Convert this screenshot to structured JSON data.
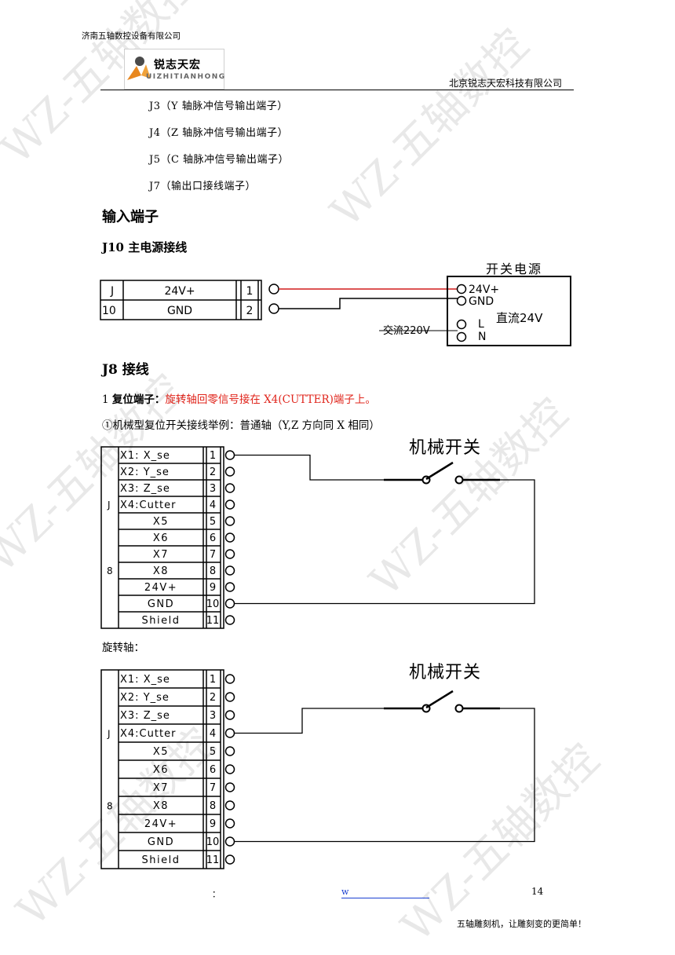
{
  "header": {
    "company_top": "济南五轴数控设备有限公司",
    "company_right": "北京锐志天宏科技有限公司",
    "logo_cn": "锐志天宏",
    "logo_en": "UIZHITIANHONG"
  },
  "terminal_list": [
    "J3（Y 轴脉冲信号输出端子）",
    "J4（Z 轴脉冲信号输出端子）",
    "J5（C 轴脉冲信号输出端子）",
    "J7（输出口接线端子）"
  ],
  "input_heading": "输入端子",
  "j10_heading": "J10 主电源接线",
  "j10_diagram": {
    "psu_title": "开关电源",
    "label_j": "J",
    "label_10": "10",
    "rows": [
      {
        "name": "24V+",
        "pin": "1"
      },
      {
        "name": "GND",
        "pin": "2"
      }
    ],
    "psu_terms": [
      "24V+",
      "GND",
      "L",
      "N"
    ],
    "psu_output": "直流24V",
    "ac_label": "交流220V"
  },
  "j8_heading": "J8 接线",
  "reset": {
    "num": "1",
    "label": "复位端子：",
    "text": "旋转轴回零信号接在 X4(CUTTER)端子上。"
  },
  "example_text": "①机械型复位开关接线举例：普通轴（Y,Z 方向同 X 相同）",
  "rotary_label": "旋转轴：",
  "j8_diagram": {
    "switch_label": "机械开关",
    "label_j": "J",
    "label_8": "8",
    "rows": [
      {
        "name": "X1: X_se",
        "pin": "1"
      },
      {
        "name": "X2: Y_se",
        "pin": "2"
      },
      {
        "name": "X3: Z_se",
        "pin": "3"
      },
      {
        "name": "X4:Cutter",
        "pin": "4"
      },
      {
        "name": "X5",
        "pin": "5"
      },
      {
        "name": "X6",
        "pin": "6"
      },
      {
        "name": "X7",
        "pin": "7"
      },
      {
        "name": "X8",
        "pin": "8"
      },
      {
        "name": "24V+",
        "pin": "9"
      },
      {
        "name": "GND",
        "pin": "10"
      },
      {
        "name": "Shield",
        "pin": "11"
      }
    ]
  },
  "footer": {
    "colon": "：",
    "link": "w",
    "page_number": "14",
    "slogan": "五轴雕刻机，让雕刻变的更简单！"
  },
  "watermark": [
    "WZ-五轴数控",
    "WZ-五轴数控",
    "WZ-五轴数控",
    "WZ-五轴数控",
    "WZ-五轴数控",
    "WZ-五轴数控"
  ]
}
